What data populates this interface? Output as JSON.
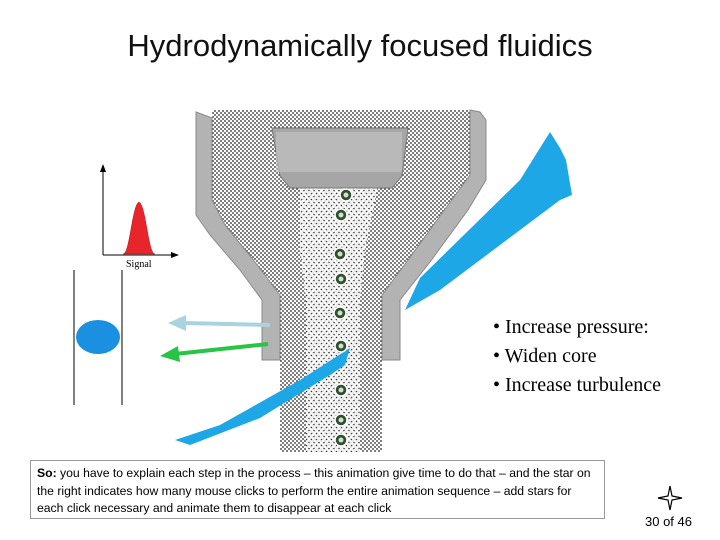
{
  "slide": {
    "title": "Hydrodynamically focused fluidics",
    "signal_label": "Signal",
    "bullets": [
      "• Increase pressure:",
      "• Widen core",
      "• Increase turbulence"
    ],
    "notes": {
      "lead": "So:",
      "text": " you have to explain each step in the process – this animation give time to do that – and the star on the right indicates how many mouse clicks to perform the entire animation sequence – add stars for each click necessary and animate them to disappear at each click"
    },
    "page_indicator": "30 of 46"
  },
  "icons": {
    "star": "four-point-star-icon"
  },
  "colors": {
    "laser": "#1ea7e6",
    "signal_peak": "#e8252b",
    "detector_blob": "#1b8fe0",
    "scatter_arrow_light": "#a9d3de",
    "scatter_arrow_green": "#27c445",
    "nozzle_grey": "#b3b3b3",
    "plug_grey": "#a6a6a6"
  }
}
